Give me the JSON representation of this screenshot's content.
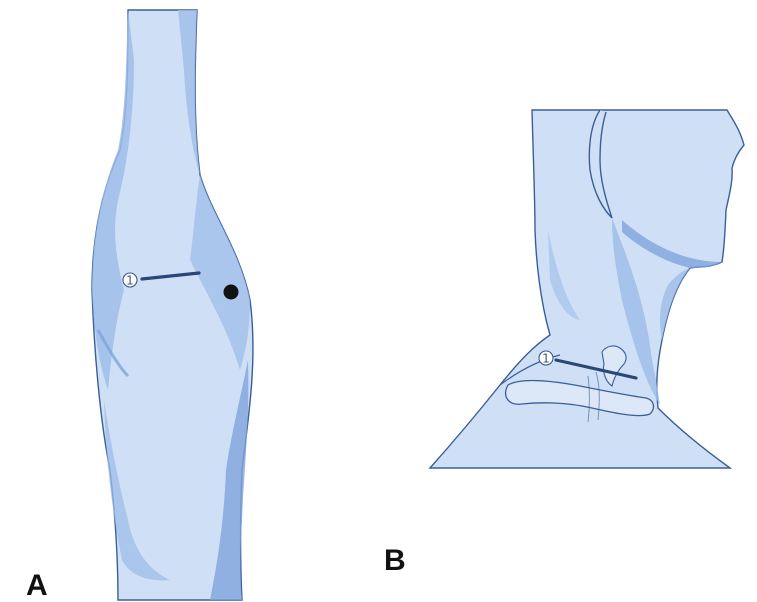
{
  "panels": [
    {
      "id": "A",
      "label": "A",
      "marker": "1"
    },
    {
      "id": "B",
      "label": "B",
      "marker": "1"
    }
  ],
  "colors": {
    "skin_light": "#cfe0f6",
    "skin_mid": "#9dbde9",
    "skin_dark": "#7fa4dd",
    "outline": "#3a5f97",
    "incision": "#2b4678",
    "dot": "#111111",
    "bone": "#dce7f7"
  }
}
